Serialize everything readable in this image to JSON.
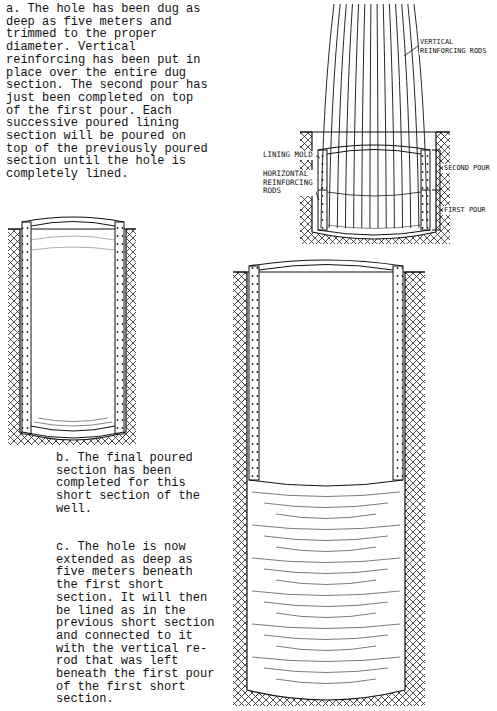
{
  "diagram": {
    "labels": [
      "a. The hole has been dug as deep as five meters and trimmed to the proper diameter. Vertical reinforcing has been put in place over the entire dug section. The second pour has just been completed on top of the first pour. Each successive poured lining section will be poured on top of the previously poured section until the hole is completely lined.",
      "VERTICAL REINFORCING RODS",
      "LINING MOLD",
      "SECOND POUR",
      "HORIZONTAL REINFORCING RODS",
      "FIRST POUR",
      "b. The final poured section has been completed for this short section of the well.",
      "c. The hole is now extended as deep as five meters beneath the first short section. It will then be lined as in the previous short section and connected to it with the vertical re-rod that was left beneath the first pour of the first short section."
    ]
  }
}
